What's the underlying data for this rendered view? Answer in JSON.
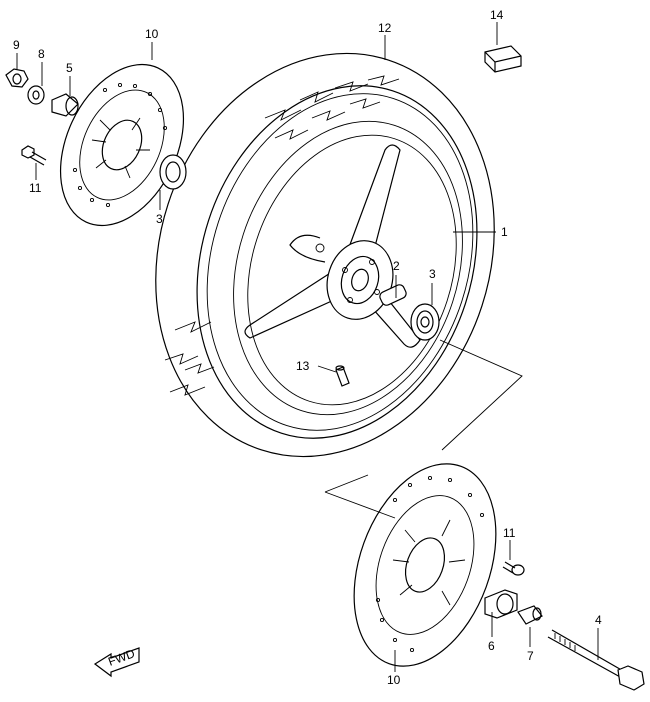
{
  "callouts": {
    "c1": "1",
    "c2": "2",
    "c3a": "3",
    "c3b": "3",
    "c4": "4",
    "c5": "5",
    "c6": "6",
    "c7": "7",
    "c8": "8",
    "c9": "9",
    "c10a": "10",
    "c10b": "10",
    "c11a": "11",
    "c11b": "11",
    "c12": "12",
    "c13": "13",
    "c14": "14"
  },
  "fwd_label": "FWD"
}
